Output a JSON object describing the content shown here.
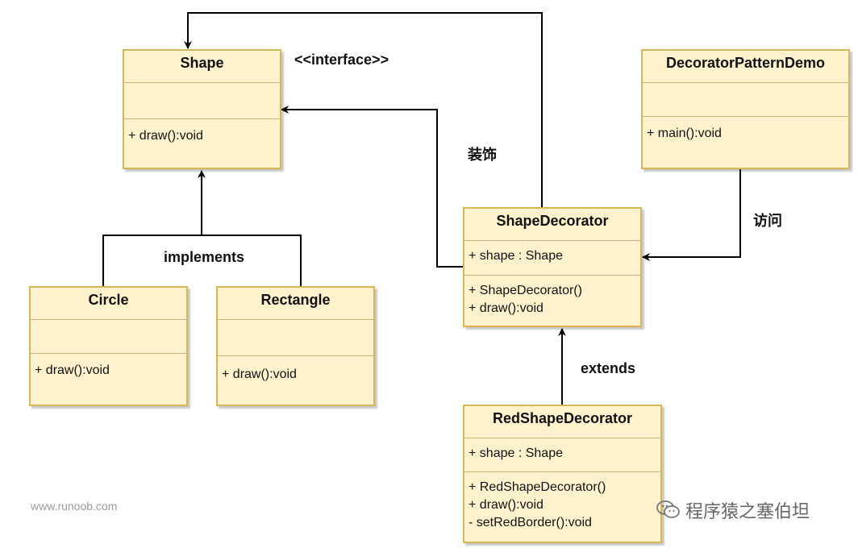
{
  "classes": {
    "shape": {
      "name": "Shape",
      "ops": [
        "+ draw():void"
      ]
    },
    "circle": {
      "name": "Circle",
      "ops": [
        "+ draw():void"
      ]
    },
    "rectangle": {
      "name": "Rectangle",
      "ops": [
        "+ draw():void"
      ]
    },
    "shape_decorator": {
      "name": "ShapeDecorator",
      "attrs": [
        "+ shape : Shape"
      ],
      "ops": [
        "+ ShapeDecorator()",
        "+ draw():void"
      ]
    },
    "red_shape_decorator": {
      "name": "RedShapeDecorator",
      "attrs": [
        "+ shape : Shape"
      ],
      "ops": [
        "+ RedShapeDecorator()",
        "+ draw():void",
        "- setRedBorder():void"
      ]
    },
    "demo": {
      "name": "DecoratorPatternDemo",
      "ops": [
        "+ main():void"
      ]
    }
  },
  "labels": {
    "interface": "<<interface>>",
    "implements": "implements",
    "decorate": "装饰",
    "access": "访问",
    "extends": "extends"
  },
  "watermark": "www.runoob.com",
  "brand": "程序猿之塞伯坦",
  "colors": {
    "fill": "#fff2cc",
    "border": "#d6b656",
    "line": "#000000"
  }
}
